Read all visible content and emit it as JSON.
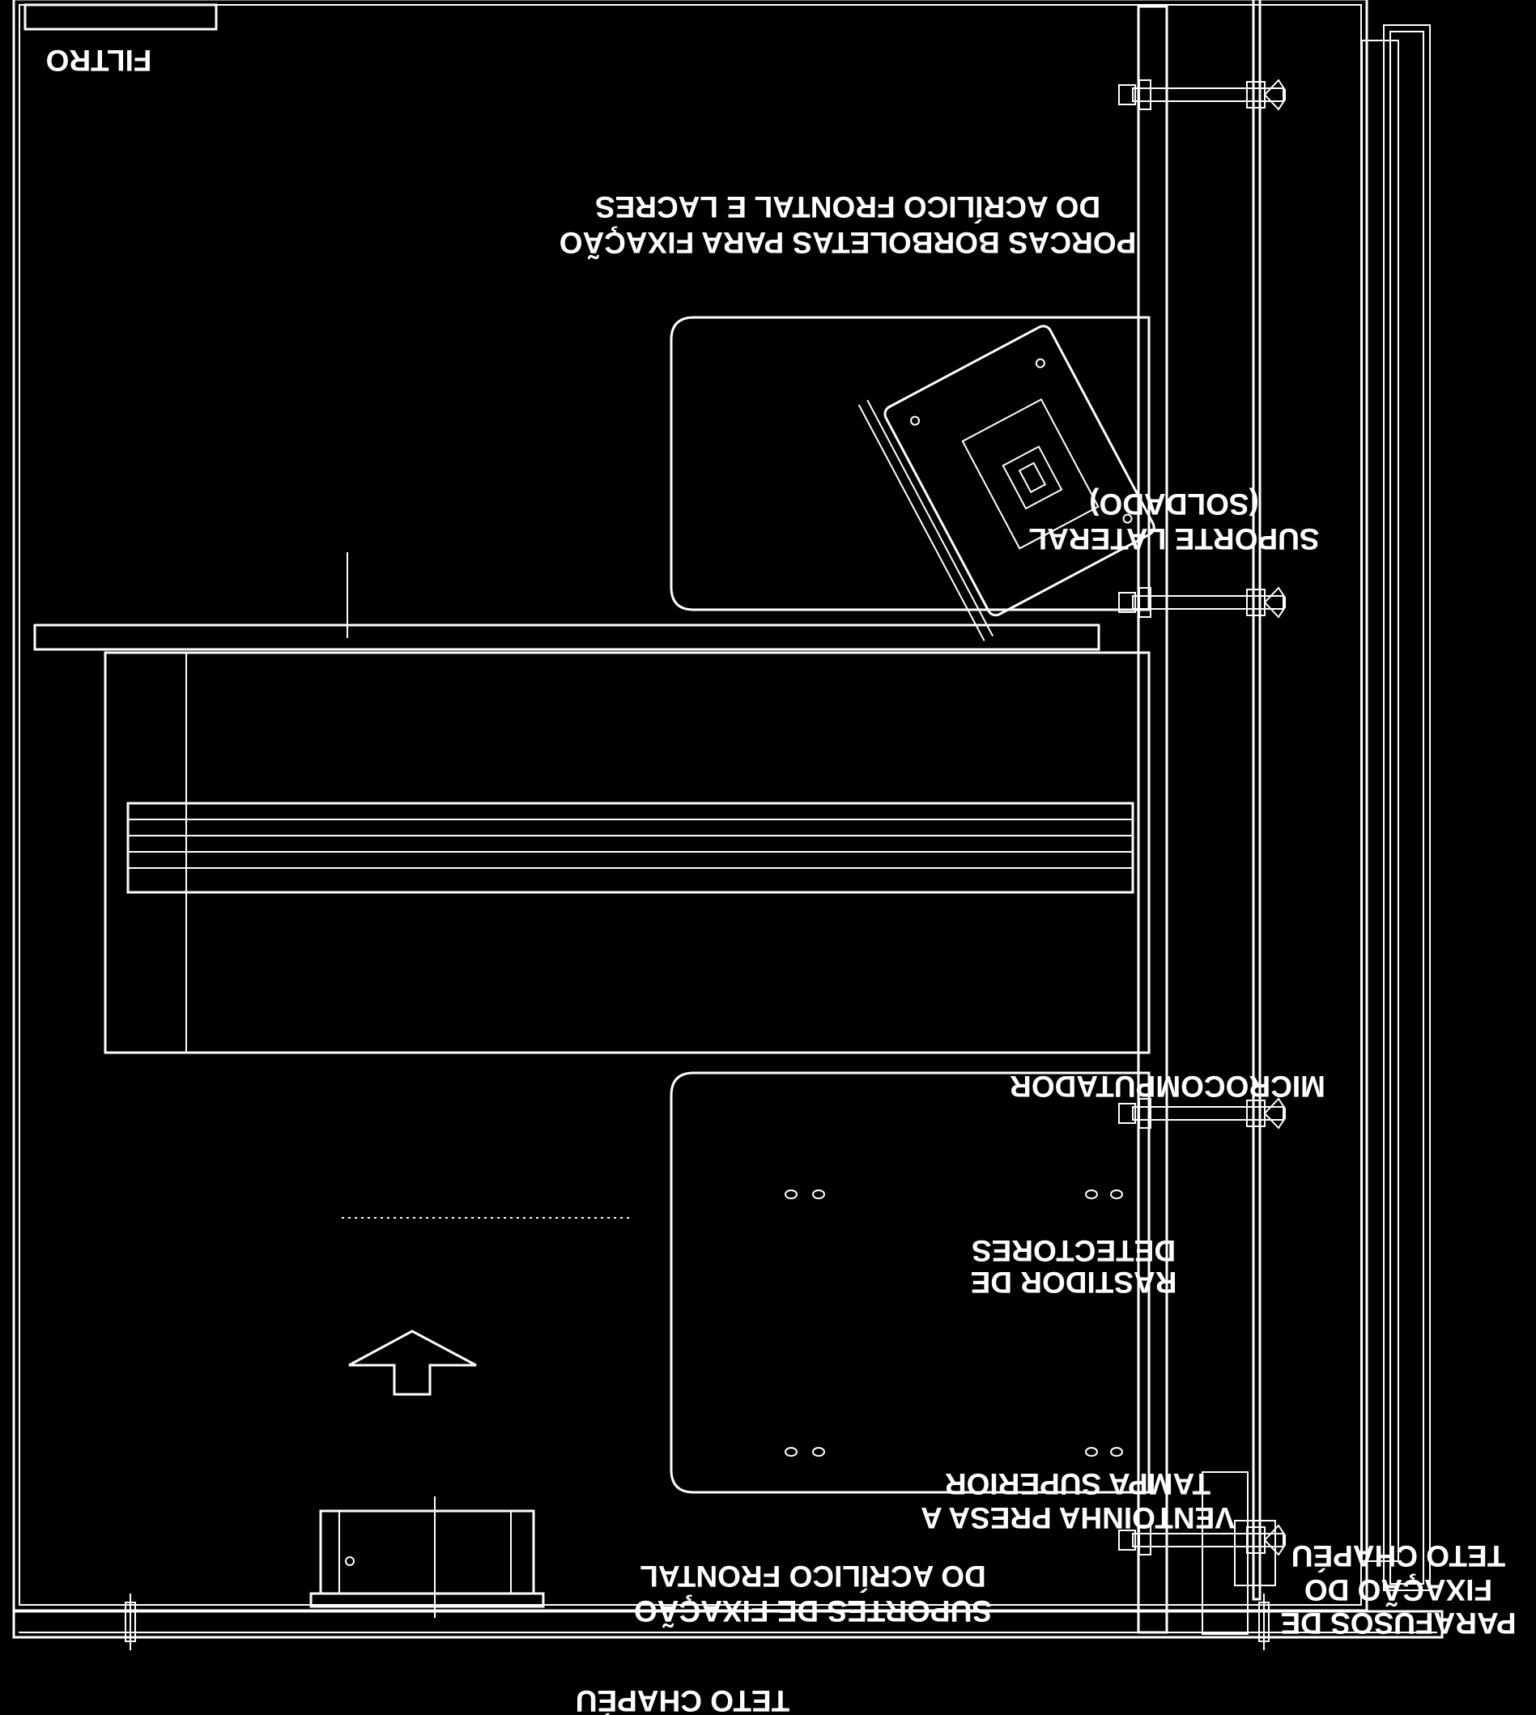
{
  "title": "TETO CHAPÉU",
  "background_color": "#000000",
  "line_color": "#ffffff",
  "rotation": "180deg",
  "labels": {
    "filtro": "FILTRO",
    "porcas_line1": "PORCAS BORBOLETAS PARA FIXAÇÃO",
    "porcas_line2": "DO ACRÍLICO FRONTAL E LACRES",
    "suporte_line1": "SUPORTE LATERAL",
    "suporte_line2": "(SOLDADO)",
    "microcomputador": "MICROCOMPUTADOR",
    "rastidor_line1": "RASTIDOR DE",
    "rastidor_line2": "DETECTORES",
    "ventoinha_line1": "VENTOINHA PRESA A",
    "ventoinha_line2": "TAMPA SUPERIOR",
    "parafusos_line1": "PARAFUSOS DE",
    "parafusos_line2": "FIXAÇÃO DO",
    "parafusos_line3": "TETO CHAPÉU",
    "suportes_line1": "SUPORTES DE FIXAÇÃO",
    "suportes_line2": "DO ACRÍLICO FRONTAL"
  }
}
